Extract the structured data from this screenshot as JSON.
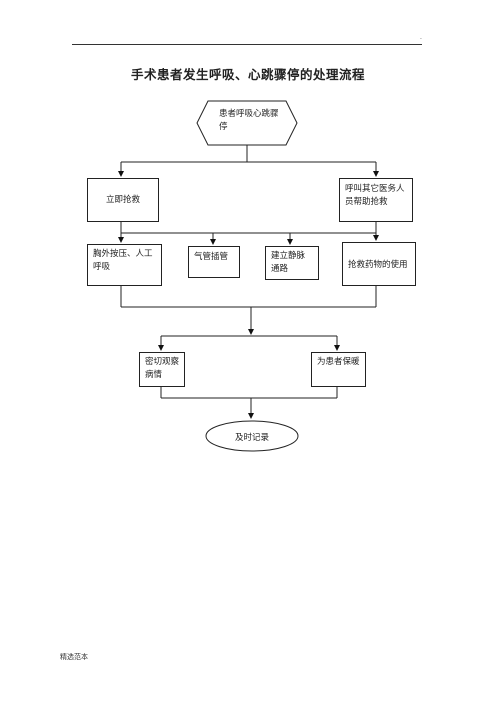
{
  "page": {
    "corner_mark": ".",
    "title": "手术患者发生呼吸、心跳骤停的处理流程",
    "footer": "精选范本"
  },
  "flow": {
    "start": "患者呼吸心跳骤停",
    "step1_left": "立即抢救",
    "step1_right": "呼叫其它医务人员帮助抢救",
    "step2_a": "胸外按压、人工呼吸",
    "step2_b": "气管插管",
    "step2_c": "建立静脉通路",
    "step2_d": "抢救药物的使用",
    "step3_left": "密切观察病情",
    "step3_right": "为患者保暖",
    "end": "及时记录"
  }
}
